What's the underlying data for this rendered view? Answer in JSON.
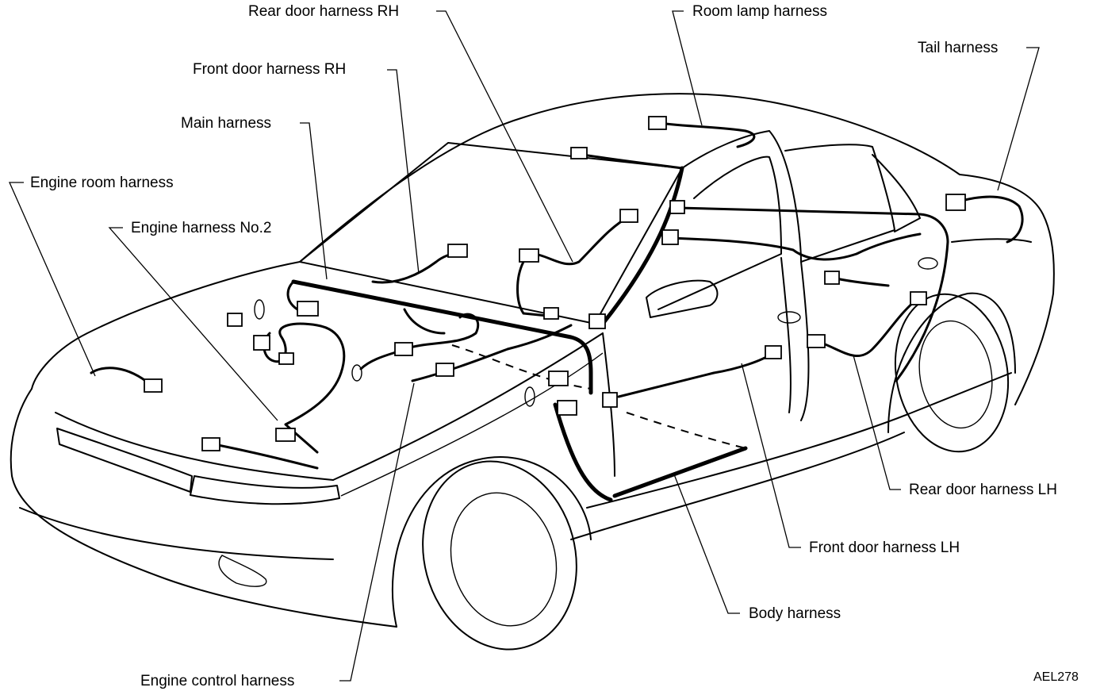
{
  "labels": {
    "rear_door_harness_rh": "Rear door harness RH",
    "room_lamp_harness": "Room lamp harness",
    "tail_harness": "Tail harness",
    "front_door_harness_rh": "Front door harness RH",
    "main_harness": "Main harness",
    "engine_room_harness": "Engine room harness",
    "engine_harness_no2": "Engine harness No.2",
    "rear_door_harness_lh": "Rear door harness LH",
    "front_door_harness_lh": "Front door harness LH",
    "body_harness": "Body harness",
    "engine_control_harness": "Engine control harness"
  },
  "figure_code": "AEL278",
  "colors": {
    "ink": "#000000",
    "paper": "#ffffff"
  }
}
